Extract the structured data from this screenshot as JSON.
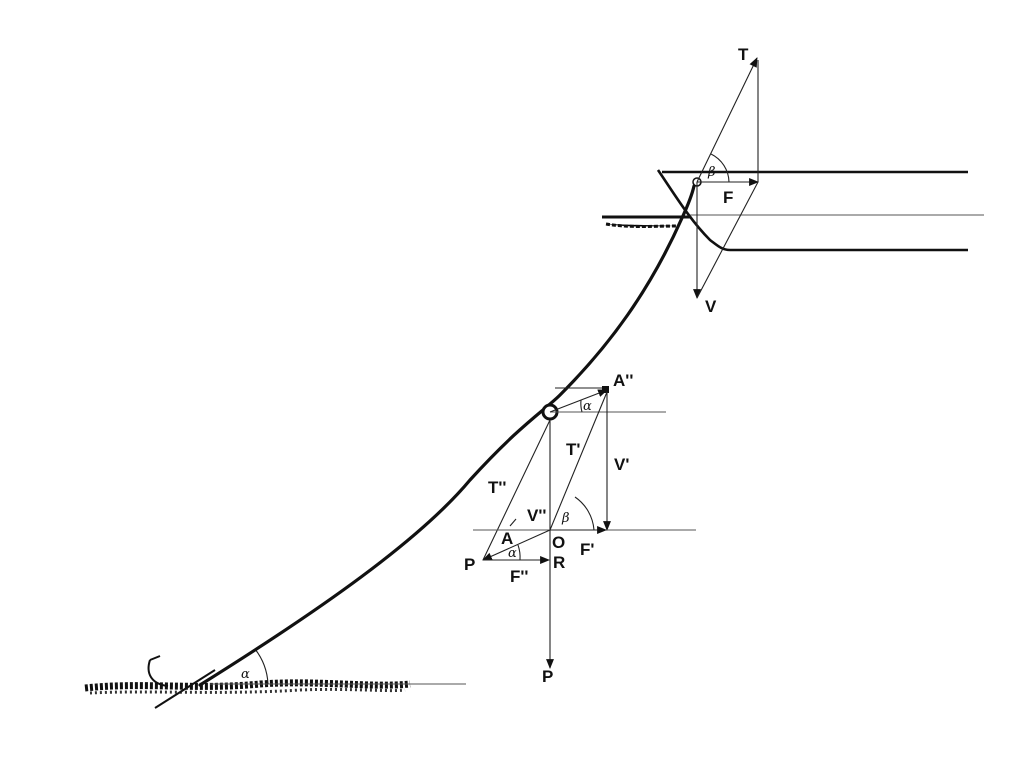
{
  "labels": {
    "T": "T",
    "F": "F",
    "V": "V",
    "A2": "A''",
    "T1": "T'",
    "V1": "V'",
    "T2": "T''",
    "V2": "V''",
    "A": "A",
    "O": "O",
    "F1": "F'",
    "P_left": "P",
    "F2": "F''",
    "R": "R",
    "P_bottom": "P"
  },
  "angles": {
    "alpha": "α",
    "beta": "β"
  }
}
